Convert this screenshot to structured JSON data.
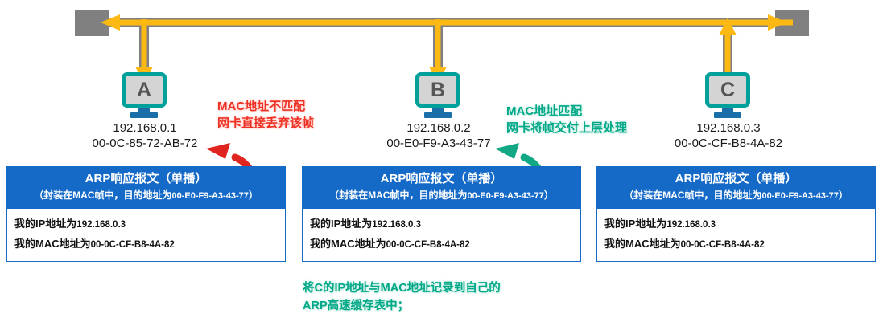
{
  "colors": {
    "bus_gray": "#808080",
    "signal_orange": "#fdb913",
    "host_border_teal": "#00a19a",
    "panel_blue": "#1569c7",
    "alert_red": "#ee3124",
    "ok_teal": "#00a887"
  },
  "bus": {
    "left_terminator": "terminator",
    "right_terminator": "terminator"
  },
  "hosts": [
    {
      "id": "A",
      "letter": "A",
      "ip": "192.168.0.1",
      "mac": "00-0C-85-72-AB-72",
      "flow": "down"
    },
    {
      "id": "B",
      "letter": "B",
      "ip": "192.168.0.2",
      "mac": "00-E0-F9-A3-43-77",
      "flow": "down"
    },
    {
      "id": "C",
      "letter": "C",
      "ip": "192.168.0.3",
      "mac": "00-0C-CF-B8-4A-82",
      "flow": "up"
    }
  ],
  "annotations": {
    "mismatch": {
      "line1": "MAC地址不匹配",
      "line2": "网卡直接丢弃该帧",
      "color": "#ee3124"
    },
    "match": {
      "line1": "MAC地址匹配",
      "line2": "网卡将帧交付上层处理",
      "color": "#00a887"
    }
  },
  "panels": [
    {
      "title": "ARP响应报文（单播）",
      "subtitle_prefix": "（封装在MAC帧中，目的地址为",
      "subtitle_mac": "00-E0-F9-A3-43-77",
      "subtitle_suffix": "）",
      "rows": [
        {
          "label": "我的IP地址为",
          "value": "192.168.0.3"
        },
        {
          "label": "我的MAC地址为",
          "value": "00-0C-CF-B8-4A-82"
        }
      ]
    },
    {
      "title": "ARP响应报文（单播）",
      "subtitle_prefix": "（封装在MAC帧中，目的地址为",
      "subtitle_mac": "00-E0-F9-A3-43-77",
      "subtitle_suffix": "）",
      "rows": [
        {
          "label": "我的IP地址为",
          "value": "192.168.0.3"
        },
        {
          "label": "我的MAC地址为",
          "value": "00-0C-CF-B8-4A-82"
        }
      ]
    },
    {
      "title": "ARP响应报文（单播）",
      "subtitle_prefix": "（封装在MAC帧中，目的地址为",
      "subtitle_mac": "00-E0-F9-A3-43-77",
      "subtitle_suffix": "）",
      "rows": [
        {
          "label": "我的IP地址为",
          "value": "192.168.0.3"
        },
        {
          "label": "我的MAC地址为",
          "value": "00-0C-CF-B8-4A-82"
        }
      ]
    }
  ],
  "bottom_note": {
    "line1": "将C的IP地址与MAC地址记录到自己的",
    "line2": "ARP高速缓存表中；"
  }
}
